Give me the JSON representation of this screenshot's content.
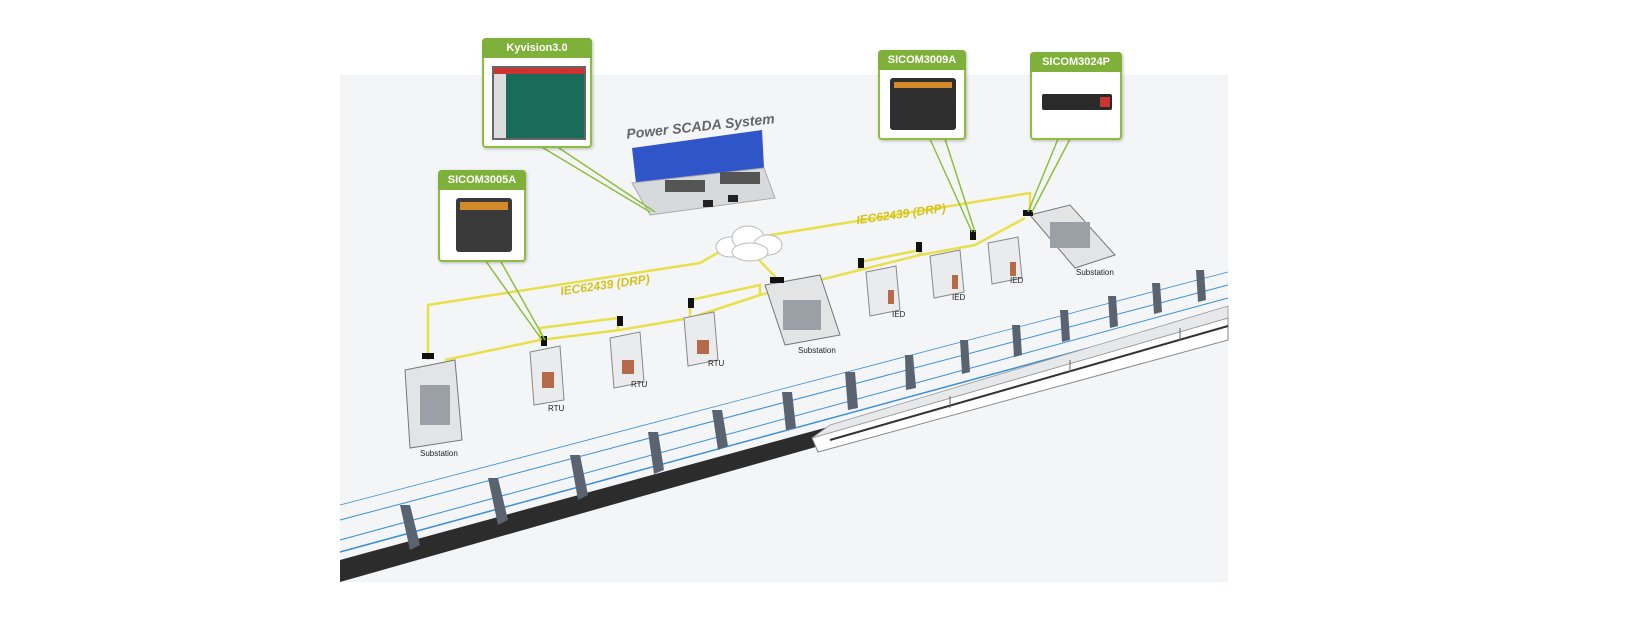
{
  "callouts": {
    "kyvision": "Kyvision3.0",
    "sicom3005a": "SICOM3005A",
    "sicom3009a": "SICOM3009A",
    "sicom3024p": "SICOM3024P"
  },
  "scada_title": "Power SCADA System",
  "network_labels": {
    "iec_left": "IEC62439 (DRP)",
    "iec_right": "IEC62439 (DRP)"
  },
  "devices": {
    "substation_1": "Substation",
    "rtu_1": "RTU",
    "rtu_2": "RTU",
    "rtu_3": "RTU",
    "substation_2": "Substation",
    "ied_1": "IED",
    "ied_2": "IED",
    "ied_3": "IED",
    "substation_3": "Substation"
  },
  "colors": {
    "accent_green": "#7fb13a",
    "ring_yellow": "#e8e04a",
    "rail_blue": "#3a8fd6"
  }
}
